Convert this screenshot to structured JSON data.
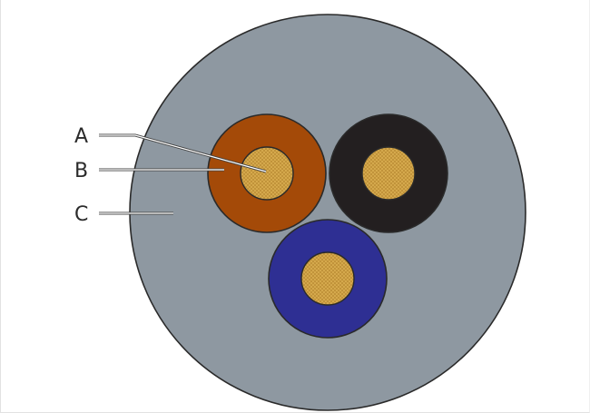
{
  "labels": {
    "a": "A",
    "b": "B",
    "c": "C"
  },
  "colors": {
    "outer_sheath": "#8e98a1",
    "outline": "#2a2a2a",
    "insulation_brown": "#a44a08",
    "insulation_black": "#231f20",
    "insulation_blue": "#2e2f93",
    "conductor": "#d9ad50",
    "conductor_mesh": "#b98a32",
    "leader_line": "#444444"
  },
  "icons": {
    "cable_cross_section": "cable-cross-section-icon"
  }
}
